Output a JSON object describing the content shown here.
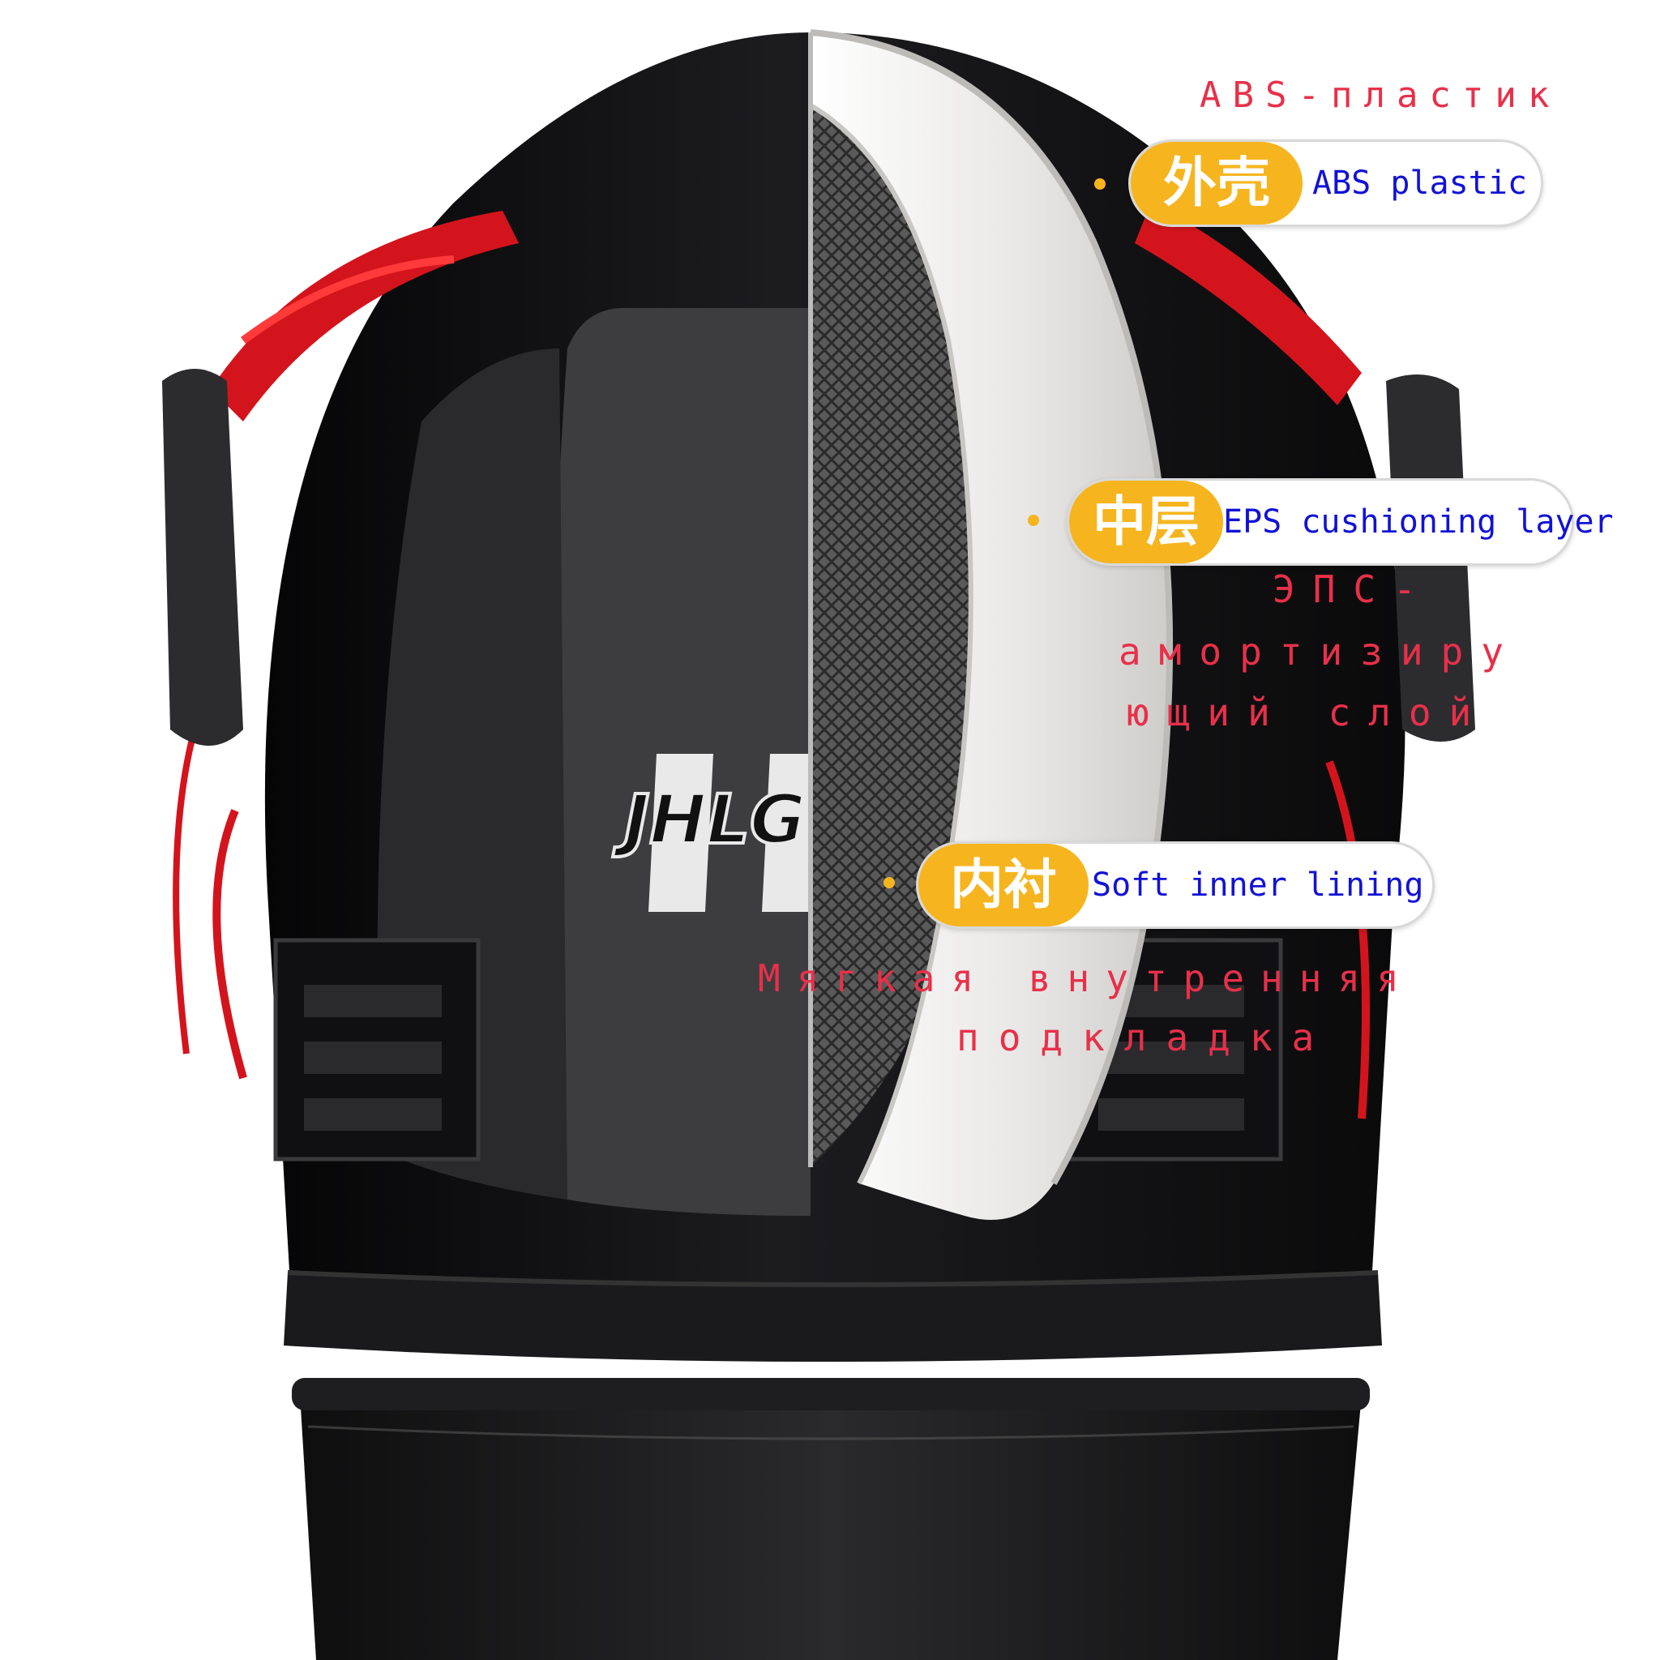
{
  "brand": {
    "logo_text": "JHLG"
  },
  "callouts": [
    {
      "id": "shell",
      "zh": "外壳",
      "en": "ABS plastic",
      "ru": "ABS-пластик"
    },
    {
      "id": "middle",
      "zh": "中层",
      "en": "EPS cushioning layer",
      "ru_lines": [
        "ЭПС-",
        "амортизиру",
        "ющий слой"
      ]
    },
    {
      "id": "lining",
      "zh": "内衬",
      "en": "Soft inner lining",
      "ru_lines": [
        "Мягкая внутренняя",
        "подкладка"
      ]
    }
  ],
  "colors": {
    "accent": "#f6b51f",
    "english_text": "#1212d6",
    "russian_text": "#e8304a",
    "shell": "#121214",
    "stripe_red": "#d4141c",
    "eps": "#ecebea"
  }
}
